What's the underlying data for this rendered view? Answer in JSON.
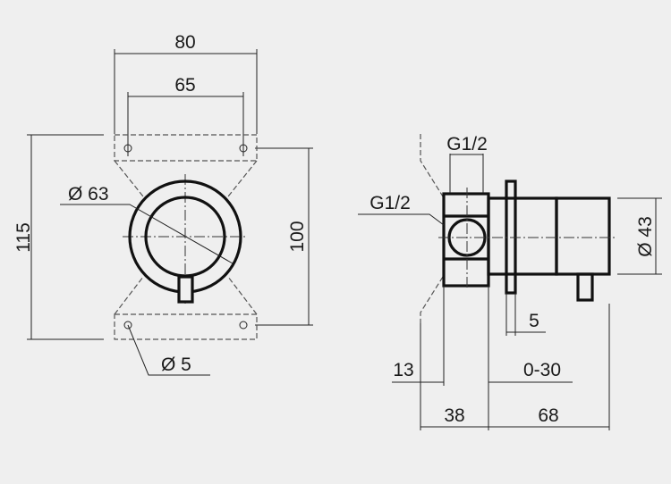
{
  "front_view": {
    "width_overall": "80",
    "hole_spacing_horizontal": "65",
    "height_overall": "115",
    "hole_spacing_vertical": "100",
    "diameter_cover": "Ø 63",
    "diameter_hole": "Ø 5"
  },
  "side_view": {
    "thread_top": "G1/2",
    "thread_side": "G1/2",
    "diameter_knob": "Ø 43",
    "flange_thickness": "5",
    "box_offset": "13",
    "adjust_range": "0-30",
    "depth_box": "38",
    "depth_front": "68"
  },
  "colors": {
    "background": "#efefef",
    "line": "#111111"
  }
}
